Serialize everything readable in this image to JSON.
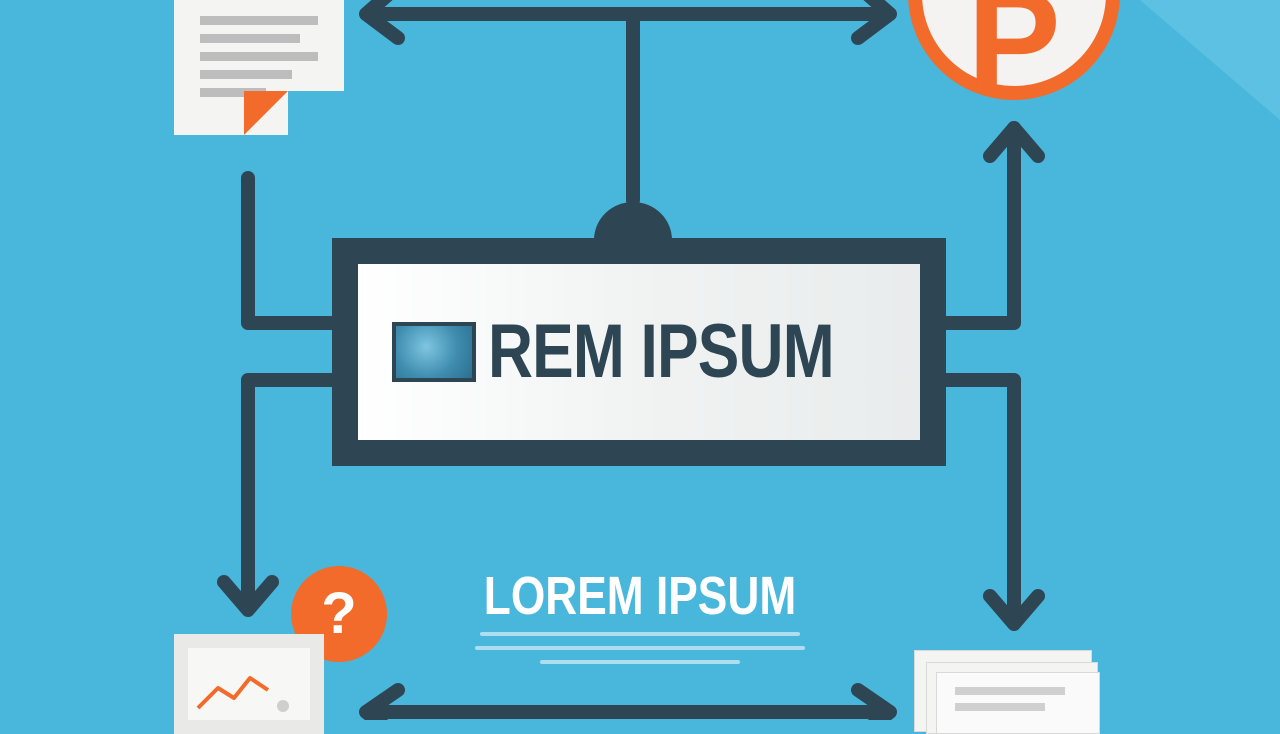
{
  "diagram": {
    "center_title": "REM IPSUM",
    "bottom_title": "LOREM IPSUM",
    "badges": {
      "top_right": {
        "letter": "P",
        "icon": "parking-letter-icon"
      },
      "bottom_left": {
        "symbol": "?",
        "icon": "question-mark-icon"
      }
    },
    "icons": {
      "top_left": "document-icon",
      "bottom_left": "chart-card-icon",
      "bottom_right": "stacked-documents-icon",
      "center_logo": "logo-mark-icon"
    },
    "colors": {
      "background": "#49B7DB",
      "connector": "#2E4653",
      "accent": "#F26B2B",
      "paper": "#F4F4F2"
    }
  }
}
